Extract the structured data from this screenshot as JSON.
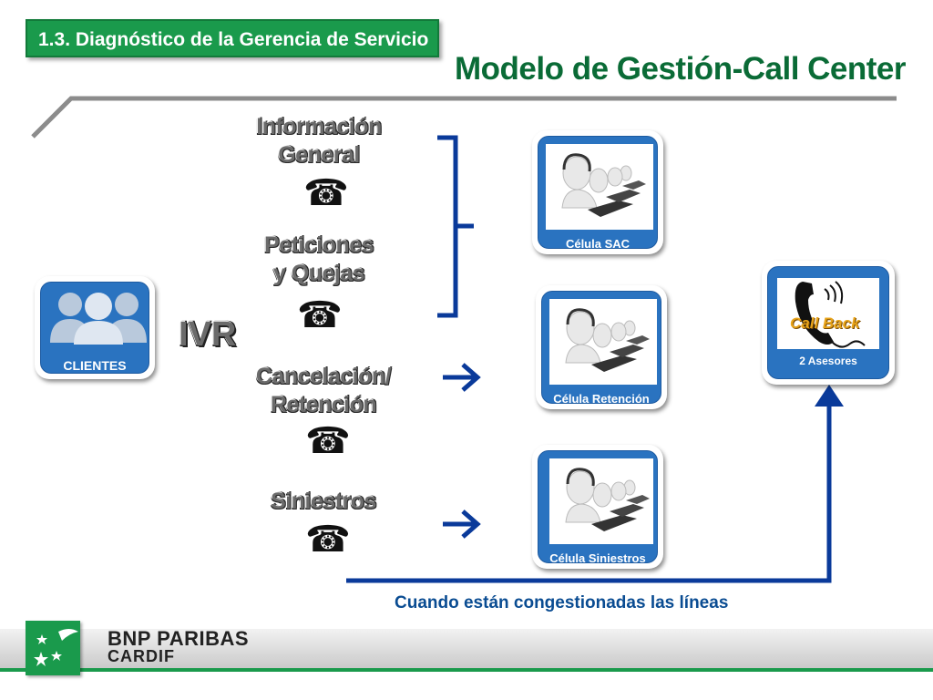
{
  "header": {
    "section": "1.3. Diagnóstico de la Gerencia de Servicio",
    "title": "Modelo de Gestión-Call Center"
  },
  "clients": {
    "label": "CLIENTES",
    "icon": "people-icon"
  },
  "ivr": {
    "label": "IVR"
  },
  "categories": [
    {
      "line1": "Información",
      "line2": "General"
    },
    {
      "line1": "Peticiones",
      "line2": "y Quejas"
    },
    {
      "line1": "Cancelación/",
      "line2": "Retención"
    },
    {
      "line1": "Siniestros",
      "line2": ""
    }
  ],
  "cells": [
    {
      "label": "Célula SAC"
    },
    {
      "label": "Célula Retención"
    },
    {
      "label": "Célula Siniestros"
    }
  ],
  "callback": {
    "image_text": "Call Back",
    "label": "2 Asesores"
  },
  "caption": "Cuando están congestionadas las líneas",
  "footer": {
    "brand_line1": "BNP PARIBAS",
    "brand_line2": "CARDIF"
  },
  "colors": {
    "green": "#1a9a4c",
    "dark_green": "#0a6b36",
    "blue": "#2a73c0",
    "navy": "#0a3a9a"
  }
}
